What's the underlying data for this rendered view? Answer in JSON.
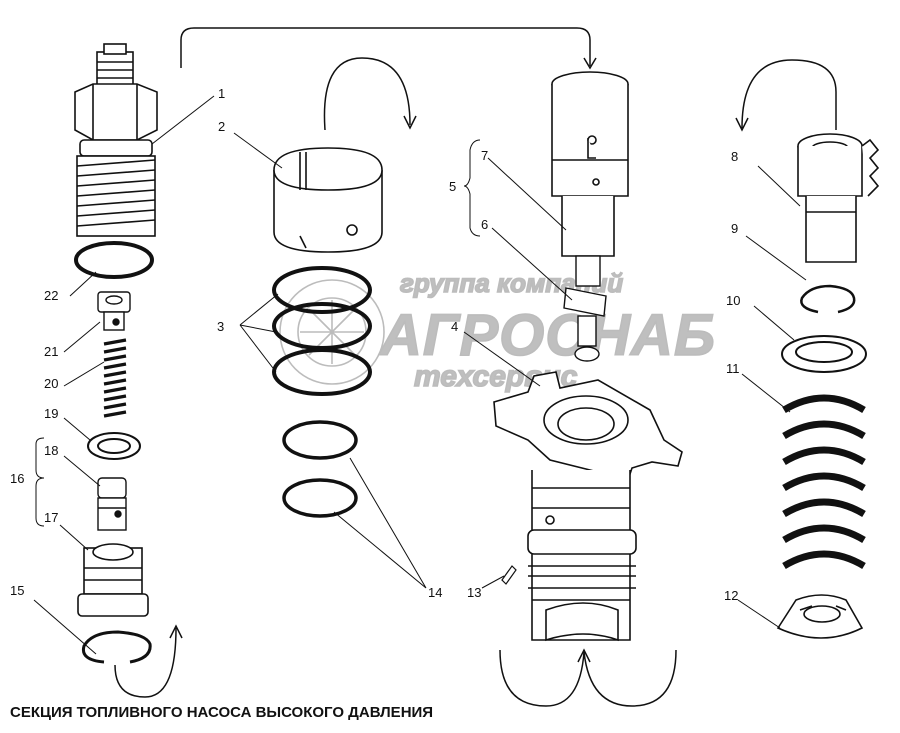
{
  "caption": "СЕКЦИЯ ТОПЛИВНОГО НАСОСА ВЫСОКОГО ДАВЛЕНИЯ",
  "watermark": {
    "top_line": "группа компаний",
    "main_line": "АГРОСНАБ",
    "sub_line": "техсервис",
    "color": "#bfbfbf"
  },
  "callouts": [
    "1",
    "2",
    "3",
    "4",
    "5",
    "6",
    "7",
    "8",
    "9",
    "10",
    "11",
    "12",
    "13",
    "14",
    "15",
    "16",
    "17",
    "18",
    "19",
    "20",
    "21",
    "22"
  ],
  "colors": {
    "ink": "#111111",
    "paper": "#ffffff"
  }
}
